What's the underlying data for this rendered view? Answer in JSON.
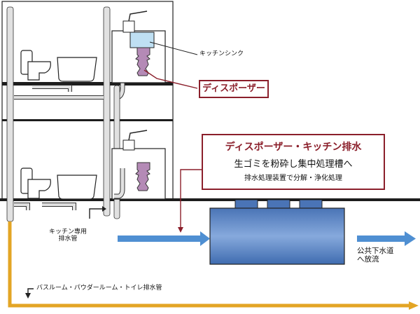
{
  "labels": {
    "kitchen_sink": "キッチンシンク",
    "disposer": "ディスポーザー",
    "main_title": "ディスポーザー・キッチン排水",
    "main_sub1": "生ゴミを粉砕し集中処理槽へ",
    "main_sub2": "排水処理装置で分解・浄化処理",
    "kitchen_drain": "キッチン専用\n排水管",
    "public_sewer": "公共下水道\nへ放流",
    "bath_drain": "バスルーム・パウダールーム・トイレ排水管"
  },
  "colors": {
    "pipe": "#e1e1e1",
    "outline": "#222222",
    "floor": "#1d1d1d",
    "disposer": "#b48ab6",
    "sink_water": "#bfe0f3",
    "tank_top": "#4a74b6",
    "tank_mid": "#7fa4da",
    "tank_bottom": "#3f6cb0",
    "flow_arrow": "#4f8fd2",
    "bath_drain": "#e3a525",
    "accent_red": "#8b1f2b"
  }
}
